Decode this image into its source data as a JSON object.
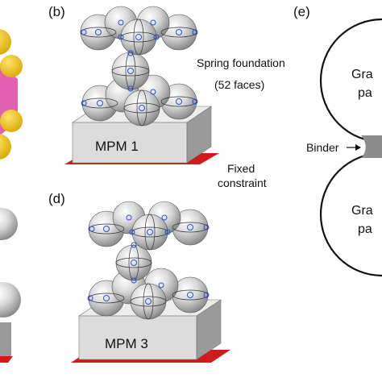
{
  "panels": {
    "b": {
      "label": "(b)",
      "block_label": "MPM 1",
      "annotation_spring_line1": "Spring foundation",
      "annotation_spring_line2": "(52 faces)",
      "annotation_fixed_line1": "Fixed",
      "annotation_fixed_line2": "constraint"
    },
    "d": {
      "label": "(d)",
      "block_label": "MPM 3"
    },
    "e": {
      "label": "(e)",
      "top_particle_line1": "Gra",
      "top_particle_line2": "pa",
      "binder_label": "Binder",
      "bottom_particle_line1": "Gra",
      "bottom_particle_line2": "pa"
    }
  },
  "colors": {
    "sphere_light": "#f4f4f4",
    "sphere_dark": "#8a8a8a",
    "marker": "#2b4fd8",
    "constraint": "#d11a1a",
    "block_front": "#dcdcdc",
    "block_side": "#9a9a9a",
    "block_top": "#ececec",
    "yellow": "#f2c400",
    "magenta": "#e04fa8",
    "binder": "#8c8c8c"
  }
}
